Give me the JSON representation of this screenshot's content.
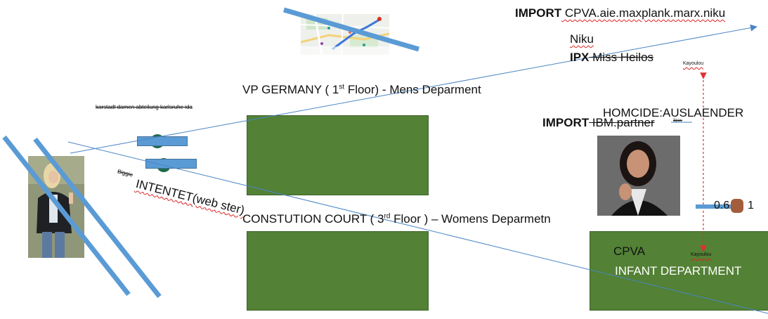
{
  "texts": {
    "import1_bold": "IMPORT",
    "import1_rest": " CPVA.aie.maxplank.marx.niku",
    "niku": "Niku",
    "ipx_bold": "IPX",
    "ipx_rest": " Miss Heilos",
    "kayoulou_top": "Kayoulou",
    "vp_germany_pre": "VP GERMANY ( 1",
    "vp_germany_sup": "st",
    "vp_germany_post": " Floor)  - Mens Deparment",
    "karstadt": "karstadt damen abteilung karlsruhe ida",
    "homicide": "HOMCIDE:AUSLAENDER",
    "import2_bold": "IMPORT",
    "import2_rest": " IBM.partner",
    "tiny_right": "3pas",
    "biggie": "Biggie",
    "intentet": "INTENTET(web ster)",
    "oval_text": "0.6",
    "oval_text2": "1",
    "constution_pre": "CONSTUTION COURT ( 3",
    "constution_sup": "rd",
    "constution_post": " Floor ) – Womens Deparmetn",
    "cpva": "CPVA",
    "infant": "INFANT DEPARTMENT",
    "kayoulou_bottom": "Kayoulou"
  },
  "colors": {
    "green_box": "#538135",
    "blue_line": "#5b9bd5",
    "thin_line": "#4a86c5",
    "red_dash": "#e03030",
    "white": "#ffffff"
  },
  "icons": {
    "map": "map-thumbnail",
    "logo": "starbucks-logo-icon",
    "photo_woman_left": "person-photo",
    "photo_woman_right": "person-photo"
  }
}
